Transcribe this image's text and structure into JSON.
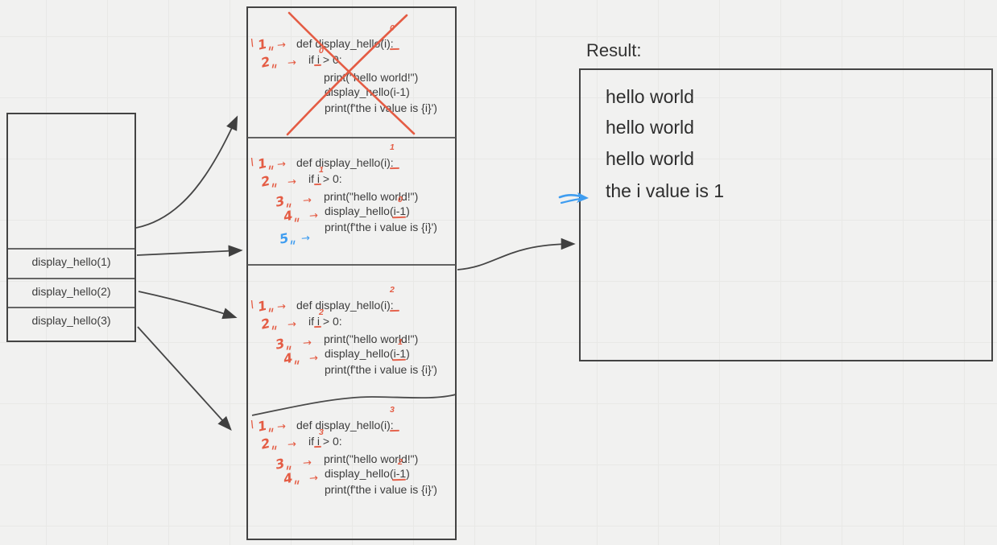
{
  "canvas": {
    "background": "#f1f1f0",
    "grid_color": "#e8e8e6",
    "shape_stroke_color": "#434343",
    "code_text_color": "#3c3c3c",
    "annotation_red": "#e45c44",
    "annotation_blue": "#3f9df0"
  },
  "stack_box": {
    "items": [
      "display_hello(1)",
      "display_hello(2)",
      "display_hello(3)"
    ]
  },
  "code": {
    "def_pre": "def display_hello(",
    "i": "i",
    "def_post": "):",
    "if_pre": "if ",
    "if_post": " > 0:",
    "print1": "print(\"hello world!\")",
    "rec_pre": "display_hello(",
    "rec_i": "i-1",
    "rec_post": ")",
    "print2": "print(f'the i value is {i}')"
  },
  "frames": [
    {
      "sup_def": "0",
      "sup_if": "0",
      "sup_rec": "",
      "crossed_out": true,
      "show_steps_3_4": false,
      "has_blue_step": false
    },
    {
      "sup_def": "1",
      "sup_if": "1",
      "sup_rec": "0",
      "crossed_out": false,
      "show_steps_3_4": true,
      "has_blue_step": true
    },
    {
      "sup_def": "2",
      "sup_if": "2",
      "sup_rec": "1",
      "crossed_out": false,
      "show_steps_3_4": true,
      "has_blue_step": false
    },
    {
      "sup_def": "3",
      "sup_if": "3",
      "sup_rec": "2",
      "crossed_out": false,
      "show_steps_3_4": true,
      "has_blue_step": false
    }
  ],
  "annotations": {
    "tick": "\\",
    "n1": "1",
    "n2": "2",
    "n3": "3",
    "n4": "4",
    "n5": "5",
    "ditto": "ıı",
    "arrow": "→"
  },
  "result": {
    "label": "Result:",
    "lines": [
      "hello world",
      "hello world",
      "hello world",
      "the i value is 1"
    ]
  }
}
